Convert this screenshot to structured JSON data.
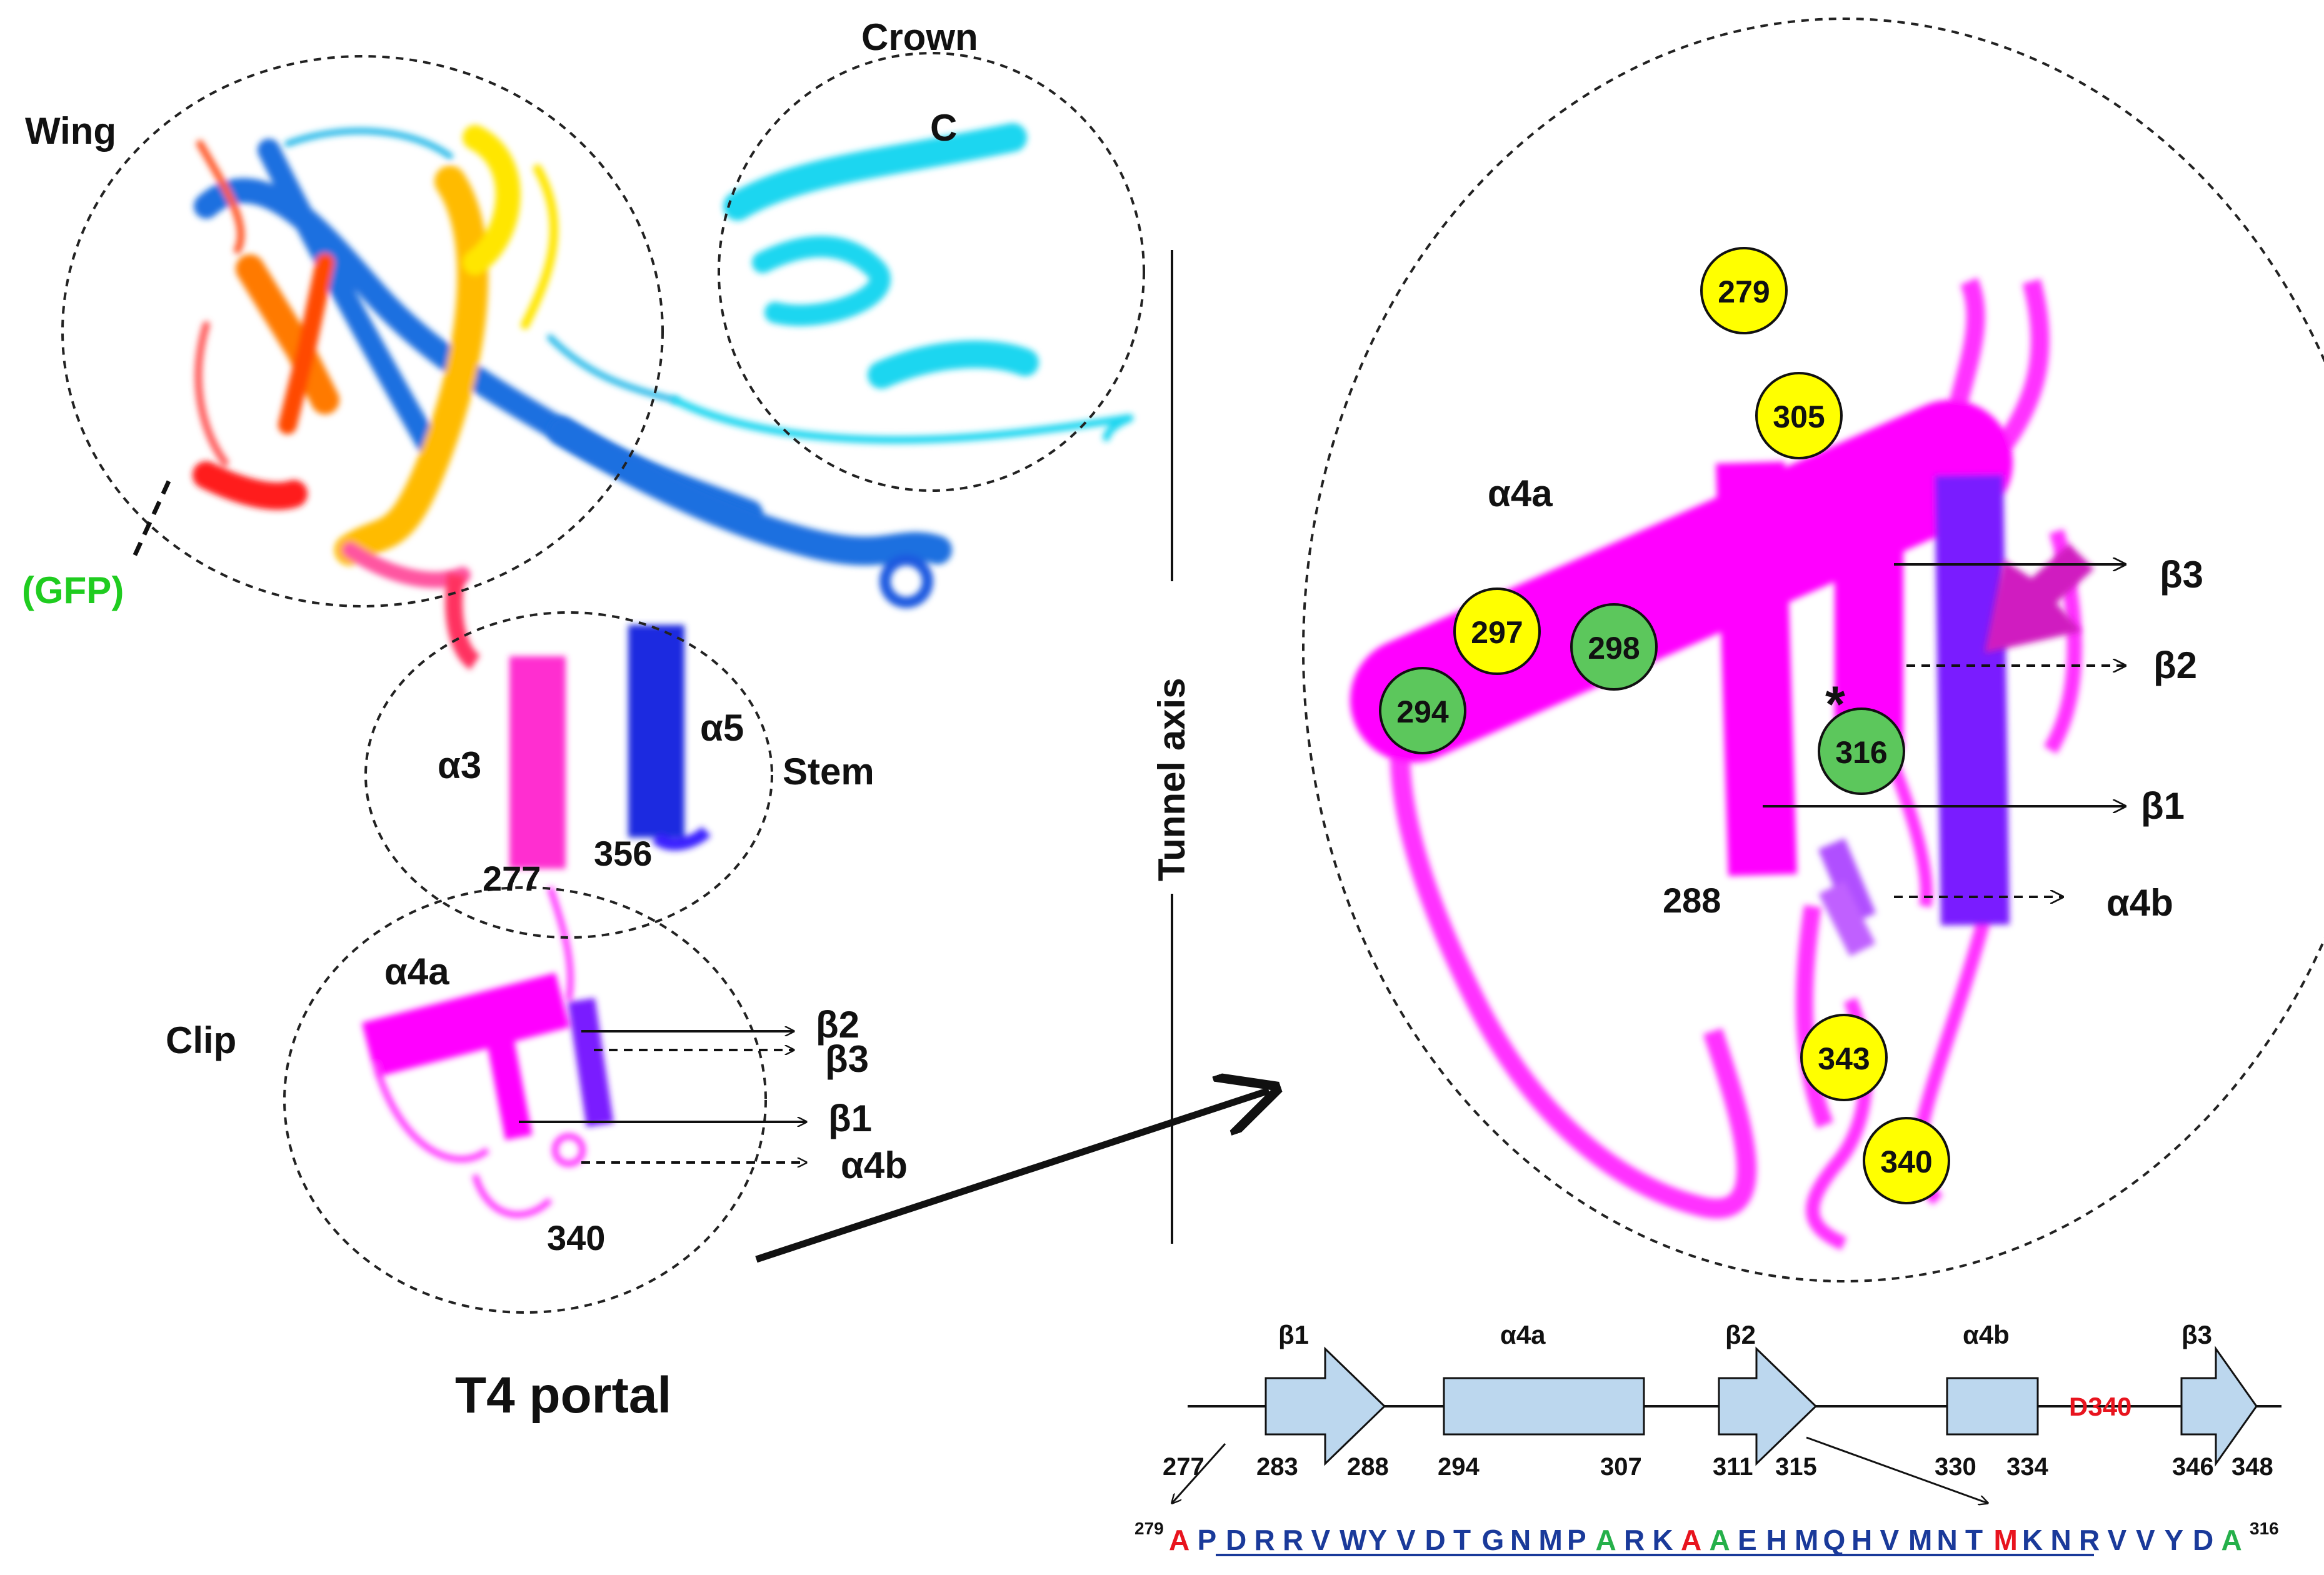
{
  "title": "T4 portal",
  "domains": {
    "wing": "Wing",
    "crown": "Crown",
    "stem": "Stem",
    "clip": "Clip"
  },
  "gfp_label": "(GFP)",
  "crown_c": "C",
  "tunnel_axis": "Tunnel axis",
  "stem_labels": {
    "a3": "α3",
    "a5": "α5",
    "n277": "277",
    "n356": "356"
  },
  "clip_labels": {
    "a4a": "α4a",
    "b2": "β2",
    "b3": "β3",
    "b1": "β1",
    "a4b": "α4b",
    "n340": "340"
  },
  "zoom_labels": {
    "a4a": "α4a",
    "b3": "β3",
    "b2": "β2",
    "b1": "β1",
    "a4b": "α4b",
    "n288": "288",
    "star": "*"
  },
  "zoom_markers": [
    {
      "id": "279",
      "color": "yellow"
    },
    {
      "id": "305",
      "color": "yellow"
    },
    {
      "id": "297",
      "color": "yellow"
    },
    {
      "id": "298",
      "color": "green"
    },
    {
      "id": "294",
      "color": "green"
    },
    {
      "id": "316",
      "color": "green"
    },
    {
      "id": "343",
      "color": "yellow"
    },
    {
      "id": "340",
      "color": "yellow"
    }
  ],
  "colors": {
    "yellow": "#ffff00",
    "green": "#5cc75c",
    "magenta": "#ff00ff",
    "violet": "#9a1cff",
    "blue": "#1f6fe0",
    "darkblue": "#1a2ce0",
    "cyan": "#1ad6f0",
    "gold": "#ffbb00",
    "orange": "#ff7a00",
    "red": "#ff1a1a",
    "topo_fill": "#bcd7ee",
    "seq_blue": "#1a3a9a",
    "seq_red": "#e8141e",
    "seq_green": "#25b04a",
    "gfp_green": "#1fcc1f"
  },
  "topology": {
    "b1": "β1",
    "a4a": "α4a",
    "b2": "β2",
    "a4b": "α4b",
    "b3": "β3",
    "d340": "D340",
    "numbers": [
      "277",
      "283",
      "288",
      "294",
      "307",
      "311",
      "315",
      "330",
      "334",
      "346",
      "348"
    ]
  },
  "sequence": {
    "start": "279",
    "end": "316",
    "residues": [
      {
        "aa": "A",
        "c": "red"
      },
      {
        "aa": "P",
        "c": "blue"
      },
      {
        "aa": "D",
        "c": "blue"
      },
      {
        "aa": "R",
        "c": "blue"
      },
      {
        "aa": "R",
        "c": "blue"
      },
      {
        "aa": "V",
        "c": "blue"
      },
      {
        "aa": "W",
        "c": "blue"
      },
      {
        "aa": "Y",
        "c": "blue"
      },
      {
        "aa": "V",
        "c": "blue"
      },
      {
        "aa": "D",
        "c": "blue"
      },
      {
        "aa": "T",
        "c": "blue"
      },
      {
        "aa": "G",
        "c": "blue"
      },
      {
        "aa": "N",
        "c": "blue"
      },
      {
        "aa": "M",
        "c": "blue"
      },
      {
        "aa": "P",
        "c": "blue"
      },
      {
        "aa": "A",
        "c": "green"
      },
      {
        "aa": "R",
        "c": "blue"
      },
      {
        "aa": "K",
        "c": "blue"
      },
      {
        "aa": "A",
        "c": "red"
      },
      {
        "aa": "A",
        "c": "green"
      },
      {
        "aa": "E",
        "c": "blue"
      },
      {
        "aa": "H",
        "c": "blue"
      },
      {
        "aa": "M",
        "c": "blue"
      },
      {
        "aa": "Q",
        "c": "blue"
      },
      {
        "aa": "H",
        "c": "blue"
      },
      {
        "aa": "V",
        "c": "blue"
      },
      {
        "aa": "M",
        "c": "blue"
      },
      {
        "aa": "N",
        "c": "blue"
      },
      {
        "aa": "T",
        "c": "blue"
      },
      {
        "aa": "M",
        "c": "red"
      },
      {
        "aa": "K",
        "c": "blue"
      },
      {
        "aa": "N",
        "c": "blue"
      },
      {
        "aa": "R",
        "c": "blue"
      },
      {
        "aa": "V",
        "c": "blue"
      },
      {
        "aa": "V",
        "c": "blue"
      },
      {
        "aa": "Y",
        "c": "blue"
      },
      {
        "aa": "D",
        "c": "blue"
      },
      {
        "aa": "A",
        "c": "green"
      }
    ]
  }
}
